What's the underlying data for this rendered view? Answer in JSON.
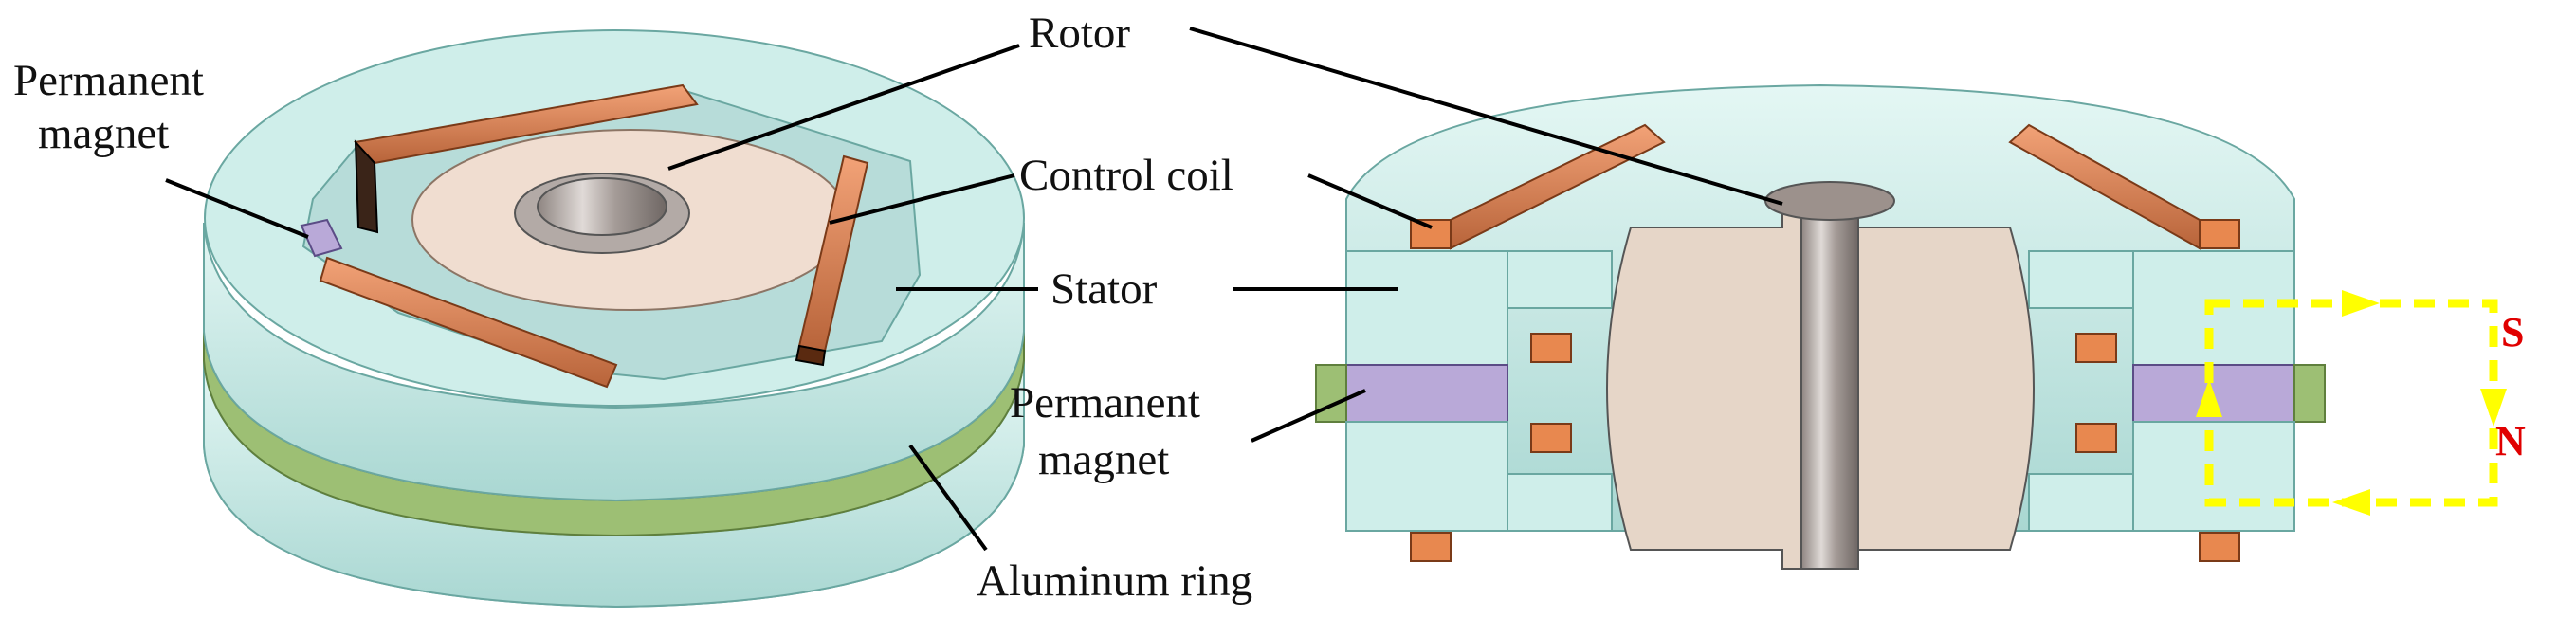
{
  "figure": {
    "labels": {
      "rotor": "Rotor",
      "permanent_magnet_left": "Permanent\nmagnet",
      "control_coil": "Control coil",
      "stator": "Stator",
      "permanent_magnet_right": "Permanent\nmagnet",
      "aluminum_ring": "Aluminum ring"
    },
    "poles": {
      "south": "S",
      "north": "N"
    },
    "colors": {
      "stator": "#cfeeea",
      "stator_dark": "#9ccfca",
      "coil": "#e8884f",
      "magnet": "#b9a9d8",
      "aluminum": "#9dbf74",
      "rotor": "#e9d8c8",
      "shaft": "#b3aaa6",
      "flux_path": "#ffff00",
      "pole_text": "#e00000"
    }
  }
}
